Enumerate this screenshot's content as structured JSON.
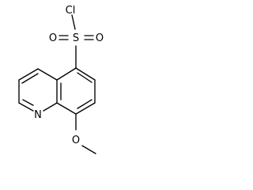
{
  "molecule": {
    "atoms": {
      "chlorine": "Cl",
      "sulfur": "S",
      "oxygen_left": "O",
      "oxygen_right": "O",
      "nitrogen": "N",
      "ether_oxygen": "O"
    }
  }
}
